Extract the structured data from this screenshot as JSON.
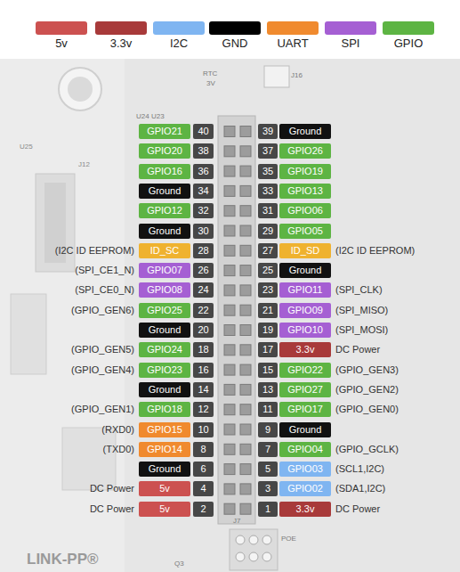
{
  "diagram": {
    "nodes": [
      {
        "text": [
          "GPIO21"
        ]
      },
      {
        "text": [
          "40"
        ]
      },
      {
        "text": [
          "39"
        ]
      },
      {
        "text": [
          "Ground"
        ]
      },
      {
        "text": [
          "GPIO20"
        ]
      },
      {
        "text": [
          "38"
        ]
      },
      {
        "text": [
          "37"
        ]
      },
      {
        "text": [
          "GPIO26"
        ]
      },
      {
        "text": [
          "GPIO16"
        ]
      },
      {
        "text": [
          "36"
        ]
      },
      {
        "text": [
          "35"
        ]
      },
      {
        "text": [
          "GPIO19"
        ]
      },
      {
        "text": [
          "Ground"
        ]
      },
      {
        "text": [
          "34"
        ]
      },
      {
        "text": [
          "33"
        ]
      },
      {
        "text": [
          "GPIO13"
        ]
      },
      {
        "text": [
          "GPIO12"
        ]
      },
      {
        "text": [
          "32"
        ]
      },
      {
        "text": [
          "31"
        ]
      },
      {
        "text": [
          "GPIO06"
        ]
      },
      {
        "text": [
          "Ground"
        ]
      },
      {
        "text": [
          "30"
        ]
      },
      {
        "text": [
          "29"
        ]
      },
      {
        "text": [
          "GPIO05"
        ]
      },
      {
        "text": [
          "ID_SC"
        ]
      },
      {
        "text": [
          "28"
        ]
      },
      {
        "text": [
          "27"
        ]
      },
      {
        "text": [
          "ID_SD"
        ]
      },
      {
        "text": [
          "GPIO07"
        ]
      },
      {
        "text": [
          "26"
        ]
      },
      {
        "text": [
          "25"
        ]
      },
      {
        "text": [
          "Ground"
        ]
      },
      {
        "text": [
          "GPIO08"
        ]
      },
      {
        "text": [
          "24"
        ]
      },
      {
        "text": [
          "23"
        ]
      },
      {
        "text": [
          "GPIO11"
        ]
      },
      {
        "text": [
          "GPIO25"
        ]
      },
      {
        "text": [
          "22"
        ]
      },
      {
        "text": [
          "21"
        ]
      },
      {
        "text": [
          "GPIO09"
        ]
      },
      {
        "text": [
          "Ground"
        ]
      },
      {
        "text": [
          "20"
        ]
      },
      {
        "text": [
          "19"
        ]
      },
      {
        "text": [
          "GPIO10"
        ]
      },
      {
        "text": [
          "GPIO24"
        ]
      },
      {
        "text": [
          "18"
        ]
      },
      {
        "text": [
          "17"
        ]
      },
      {
        "text": [
          "3.3v"
        ]
      },
      {
        "text": [
          "GPIO23"
        ]
      },
      {
        "text": [
          "16"
        ]
      },
      {
        "text": [
          "15"
        ]
      },
      {
        "text": [
          "GPIO22"
        ]
      },
      {
        "text": [
          "Ground"
        ]
      },
      {
        "text": [
          "14"
        ]
      },
      {
        "text": [
          "13"
        ]
      },
      {
        "text": [
          "GPIO27"
        ]
      },
      {
        "text": [
          "GPIO18"
        ]
      },
      {
        "text": [
          "12"
        ]
      },
      {
        "text": [
          "11"
        ]
      },
      {
        "text": [
          "GPIO17"
        ]
      },
      {
        "text": [
          "GPIO15"
        ]
      },
      {
        "text": [
          "10"
        ]
      },
      {
        "text": [
          "9"
        ]
      },
      {
        "text": [
          "Ground"
        ]
      },
      {
        "text": [
          "GPIO14"
        ]
      },
      {
        "text": [
          "8"
        ]
      },
      {
        "text": [
          "7"
        ]
      },
      {
        "text": [
          "GPIO04"
        ]
      },
      {
        "text": [
          "Ground"
        ]
      },
      {
        "text": [
          "6"
        ]
      },
      {
        "text": [
          "5"
        ]
      },
      {
        "text": [
          "GPIO03"
        ]
      },
      {
        "text": [
          "5v"
        ]
      },
      {
        "text": [
          "4"
        ]
      },
      {
        "text": [
          "3"
        ]
      },
      {
        "text": [
          "GPIO02"
        ]
      },
      {
        "text": [
          "5v"
        ]
      },
      {
        "text": [
          "2"
        ]
      },
      {
        "text": [
          "1"
        ]
      },
      {
        "text": [
          "3.3v"
        ]
      }
    ],
    "labels": [
      "(I2C ID EEPROM)",
      "(I2C ID EEPROM)",
      "(SPI_CE1_N)",
      "(SPI_CE0_N)",
      "(SPI_CLK)",
      "(GPIO_GEN6)",
      "(SPI_MISO)",
      "(SPI_MOSI)",
      "(GPIO_GEN5)",
      "DC Power",
      "(GPIO_GEN4)",
      "(GPIO_GEN3)",
      "(GPIO_GEN2)",
      "(GPIO_GEN1)",
      "(GPIO_GEN0)",
      "(RXD0)",
      "(TXD0)",
      "(GPIO_GCLK)",
      "(SCL1,I2C)",
      "DC Power",
      "(SDA1,I2C)",
      "DC Power",
      "DC Power",
      "RTC",
      "3V",
      "J16",
      "U24 U23",
      "U25",
      "J12",
      "J7",
      "POE",
      "LINK-PP®",
      "Q3"
    ],
    "legend": [
      {
        "text": "5v",
        "color": "#cc5150"
      },
      {
        "text": "3.3v",
        "color": "#a83a3a"
      },
      {
        "text": "I2C",
        "color": "#7fb5f1"
      },
      {
        "text": "GND",
        "color": "#000000"
      },
      {
        "text": "UART",
        "color": "#f08a2e"
      },
      {
        "text": "SPI",
        "color": "#a55fd3"
      },
      {
        "text": "GPIO",
        "color": "#5db443"
      }
    ]
  }
}
